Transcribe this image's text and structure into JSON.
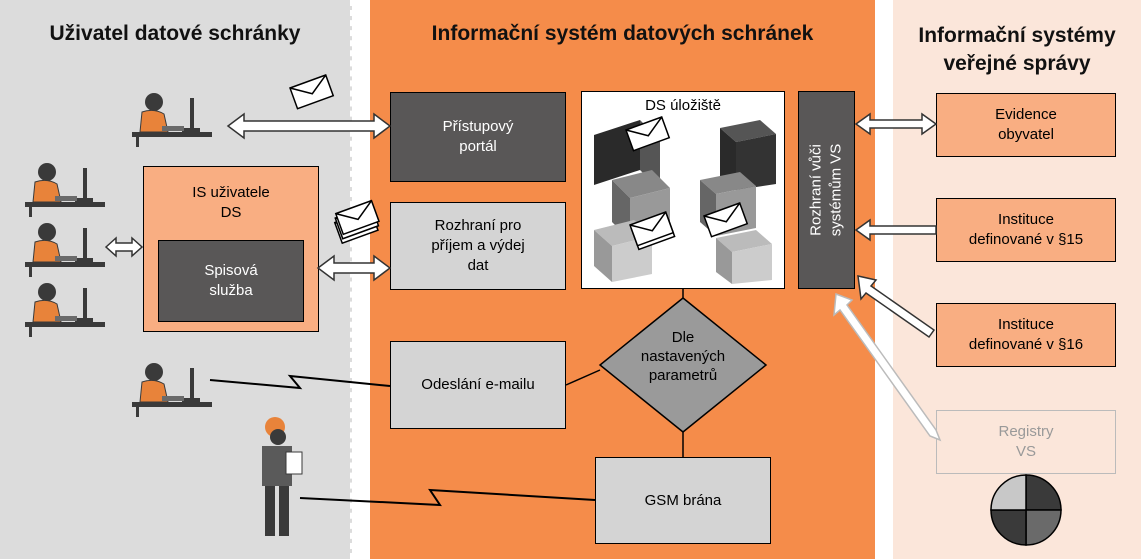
{
  "columns": {
    "left_title": "Uživatel datové schránky",
    "mid_title": "Informační systém datových schránek",
    "right_title_1": "Informační systémy",
    "right_title_2": "veřejné správy"
  },
  "left": {
    "is_box_title_1": "IS uživatele",
    "is_box_title_2": "DS",
    "spisova_1": "Spisová",
    "spisova_2": "služba"
  },
  "middle": {
    "portal_1": "Přístupový",
    "portal_2": "portál",
    "rozhrani_1": "Rozhraní pro",
    "rozhrani_2": "příjem a výdej",
    "rozhrani_3": "dat",
    "uloziste": "DS úložiště",
    "vs_interface_1": "Rozhraní vůči",
    "vs_interface_2": "systémům VS",
    "decision_1": "Dle",
    "decision_2": "nastavených",
    "decision_3": "parametrů",
    "email": "Odeslání e-mailu",
    "gsm": "GSM brána"
  },
  "right": {
    "evidence_1": "Evidence",
    "evidence_2": "obyvatel",
    "inst15_1": "Instituce",
    "inst15_2": "definované v §15",
    "inst16_1": "Instituce",
    "inst16_2": "definované v §16",
    "registry_1": "Registry",
    "registry_2": "VS"
  },
  "colors": {
    "left_bg": "#dcdcdc",
    "mid_bg": "#f58c4a",
    "right_bg": "#fbe6da",
    "dark_box": "#595757",
    "salmon_box": "#f9ae82"
  }
}
